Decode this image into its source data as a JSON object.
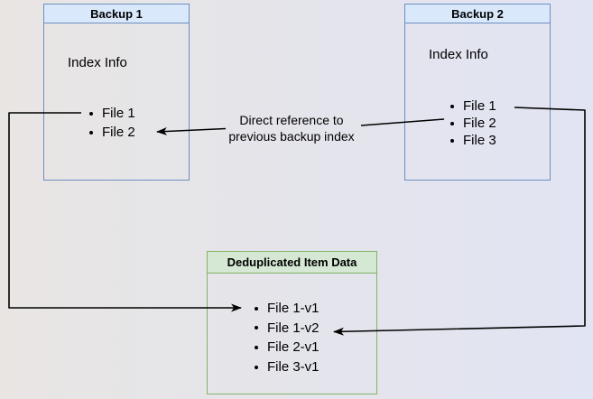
{
  "colors": {
    "background_left": "#e8e5e3",
    "background_right": "#e1e4f3",
    "blue_header_fill": "#dae8fc",
    "blue_border": "#6c8ebf",
    "green_header_fill": "#d5e8d4",
    "green_border": "#82b366",
    "arrow": "#000000",
    "text": "#000000"
  },
  "nodes": {
    "backup1": {
      "title": "Backup 1",
      "label": "Index Info",
      "items": [
        "File 1",
        "File 2"
      ]
    },
    "backup2": {
      "title": "Backup 2",
      "label": "Index Info",
      "items": [
        "File 1",
        "File 2",
        "File 3"
      ]
    },
    "dedup": {
      "title": "Deduplicated Item Data",
      "items": [
        "File 1-v1",
        "File 1-v2",
        "File 2-v1",
        "File 3-v1"
      ]
    }
  },
  "annotation": {
    "line1": "Direct reference to",
    "line2": "previous backup index"
  }
}
